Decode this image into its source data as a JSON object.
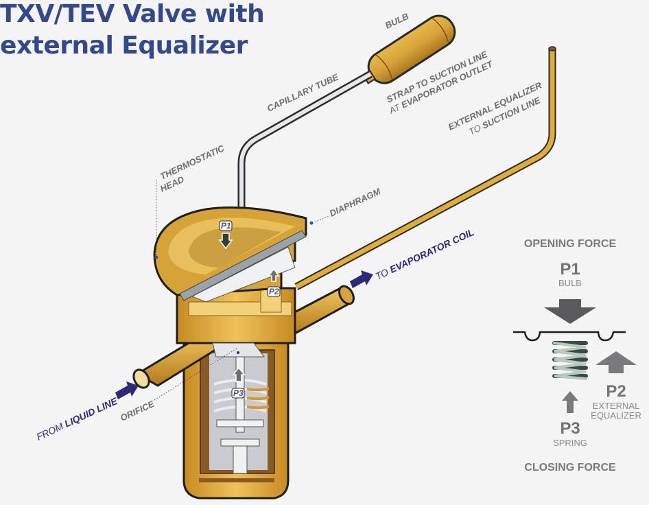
{
  "title": {
    "line1": "TXV/TEV Valve with",
    "line2": "external Equalizer"
  },
  "labels": {
    "bulb": "BULB",
    "capillary_tube": "CAPILLARY TUBE",
    "strap_line1": "STRAP TO SUCTION LINE",
    "strap_line2_prefix": "AT ",
    "strap_line2_bold": "EVAPORATOR OUTLET",
    "ext_eq_line1": "EXTERNAL EQUALIZER",
    "ext_eq_line2_prefix": "TO ",
    "ext_eq_line2_bold": "SUCTION LINE",
    "thermostatic_line1": "THERMOSTATIC",
    "thermostatic_line2": "HEAD",
    "diaphragm": "DIAPHRAGM",
    "orifice": "ORIFICE"
  },
  "flow": {
    "to_prefix": "TO ",
    "to_bold": "EVAPORATOR COIL",
    "from_prefix": "FROM ",
    "from_bold": "LIQUID LINE"
  },
  "tags": {
    "p1": "P1",
    "p2": "P2",
    "p3": "P3"
  },
  "forces": {
    "opening": "OPENING FORCE",
    "closing": "CLOSING FORCE",
    "p1": {
      "name": "P1",
      "source": "BULB"
    },
    "p2": {
      "name": "P2",
      "source_line1": "EXTERNAL",
      "source_line2": "EQUALIZER"
    },
    "p3": {
      "name": "P3",
      "source": "SPRING"
    }
  },
  "colors": {
    "title": "#34498a",
    "brass": "#e0a92c",
    "brass_dark": "#b97b1c",
    "brass_light": "#f4d98e",
    "flow_arrow": "#2e2a78",
    "label_gray": "#6e6e70",
    "steel": "#d9dcdf"
  }
}
